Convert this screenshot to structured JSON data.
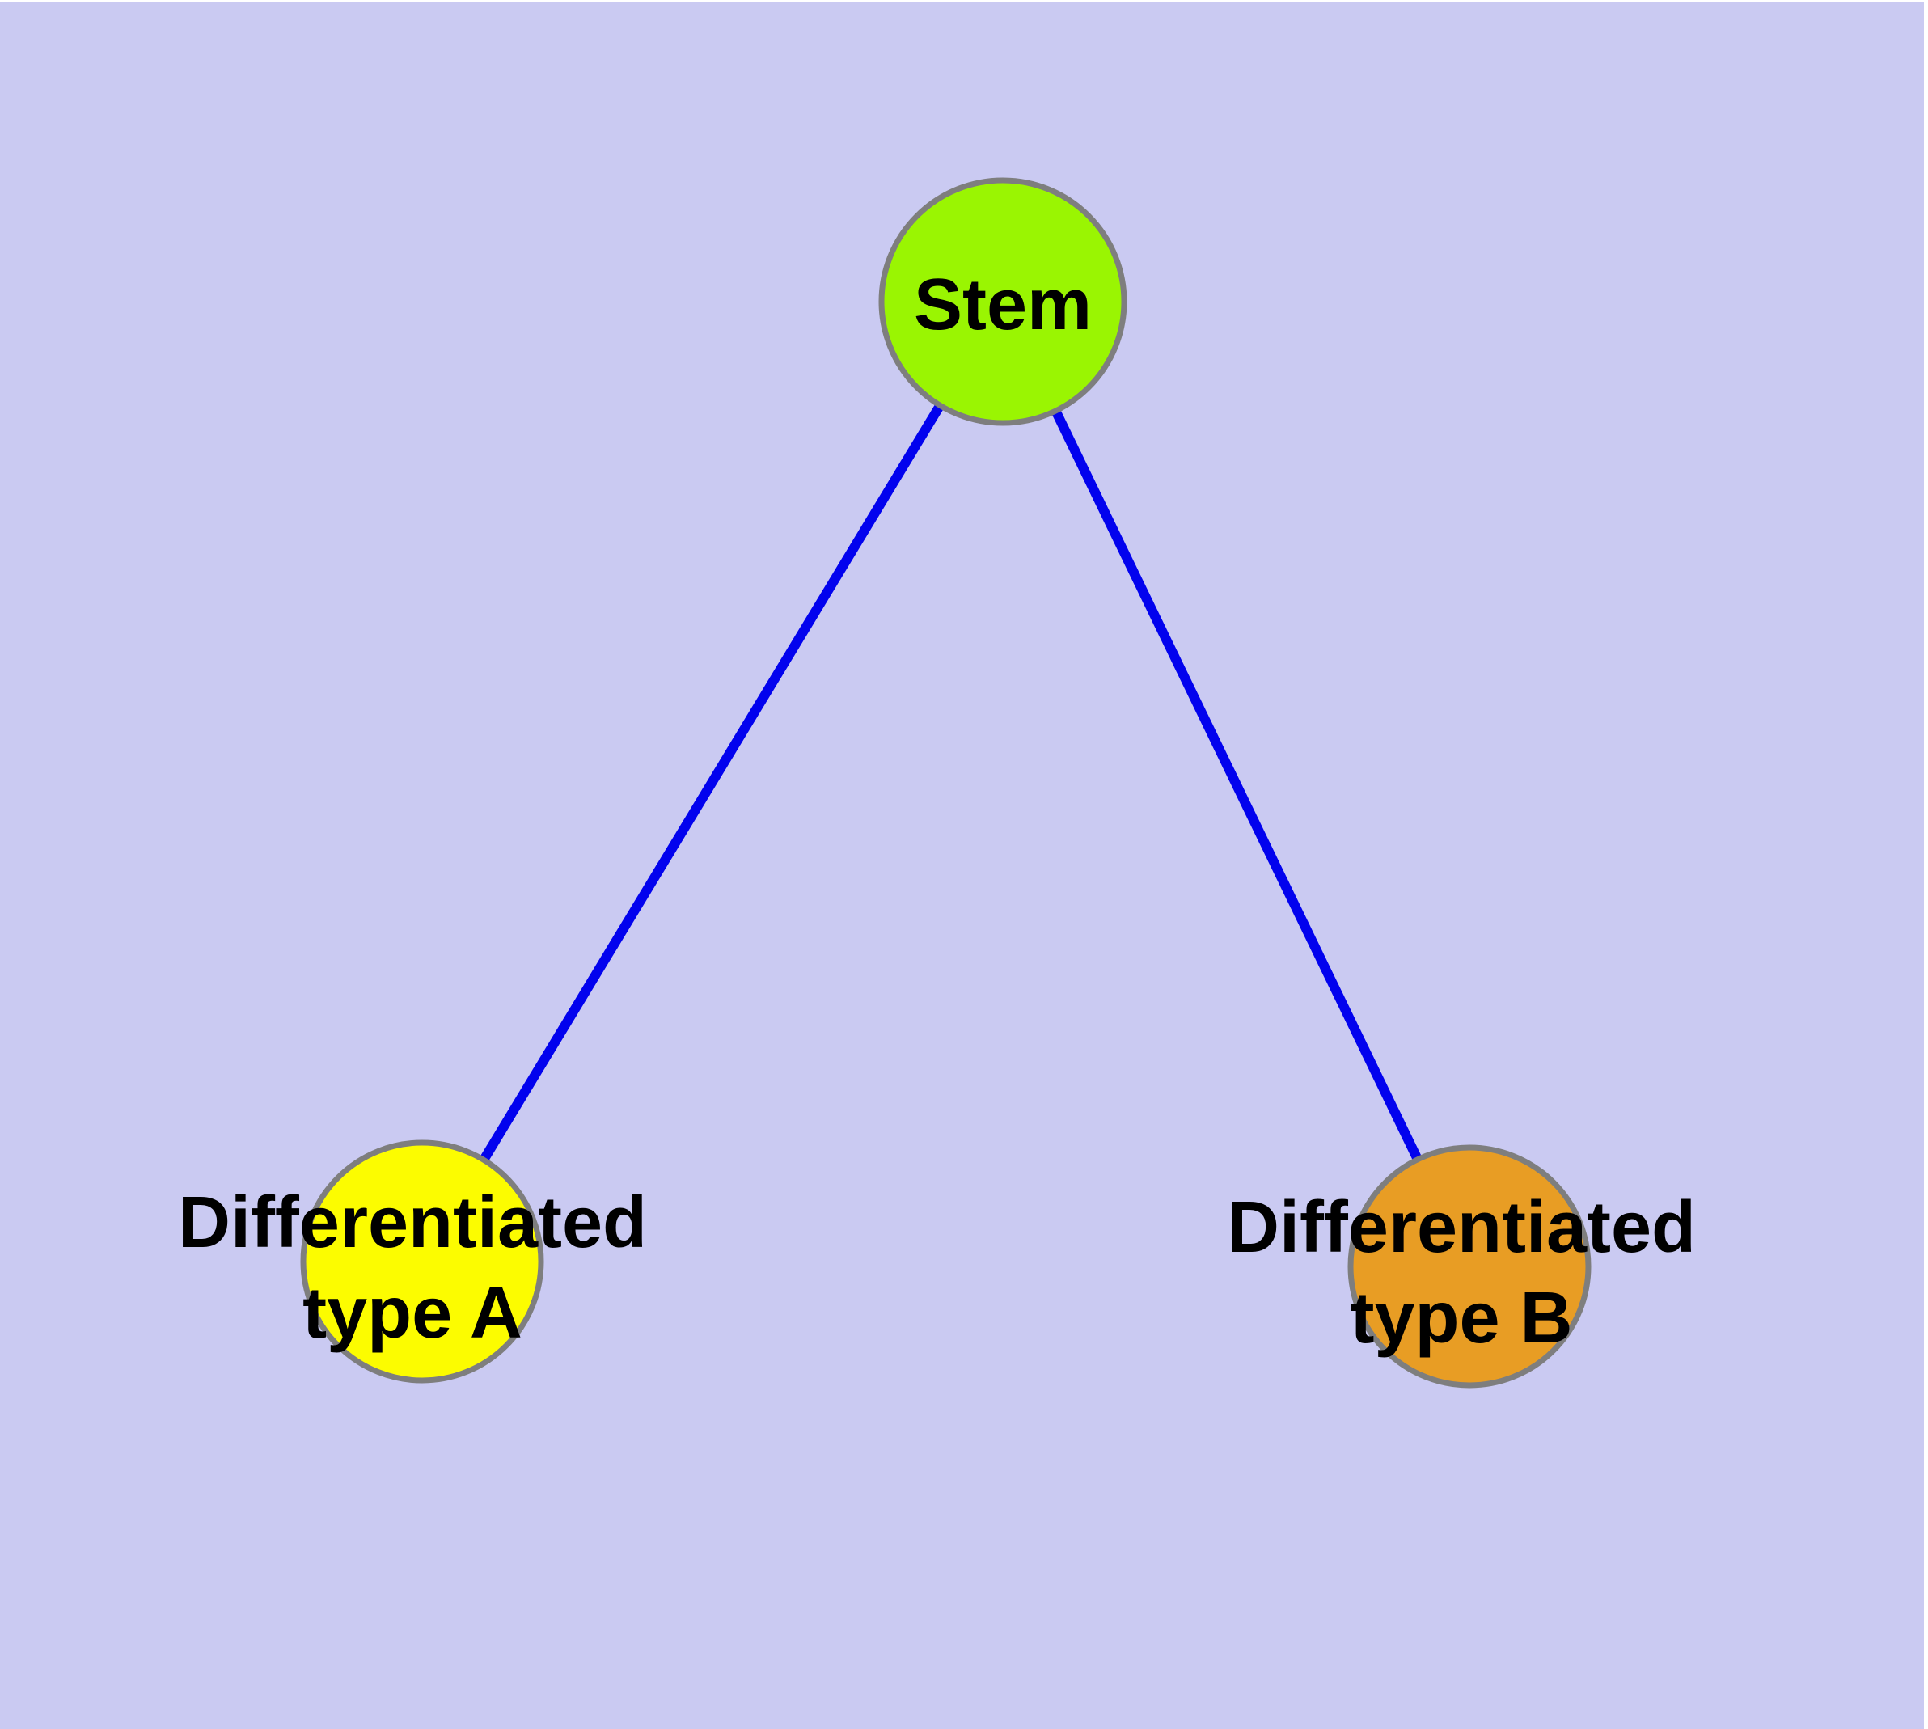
{
  "diagram": {
    "type": "graph",
    "description": "Cell differentiation graph: one stem node connected to two differentiated cell type nodes",
    "colors": {
      "background": "#cacaf2",
      "page_margin": "#ffffff",
      "edge": "#0202ee",
      "node_border": "#7e7e7e",
      "label_text": "#000000",
      "stem_fill": "#9af502",
      "type_a_fill": "#fcfc00",
      "type_b_fill": "#e89d24"
    },
    "nodes": [
      {
        "id": "stem",
        "label": "Stem",
        "label_line1": "Stem",
        "label_line2": "",
        "fill": "#9af502"
      },
      {
        "id": "type-a",
        "label": "Differentiated type A",
        "label_line1": "Differentiated",
        "label_line2": "type A",
        "fill": "#fcfc00"
      },
      {
        "id": "type-b",
        "label": "Differentiated type B",
        "label_line1": "Differentiated",
        "label_line2": "type B",
        "fill": "#e89d24"
      }
    ],
    "edges": [
      {
        "from": "Stem",
        "to": "Differentiated type A"
      },
      {
        "from": "Stem",
        "to": "Differentiated type B"
      }
    ]
  }
}
